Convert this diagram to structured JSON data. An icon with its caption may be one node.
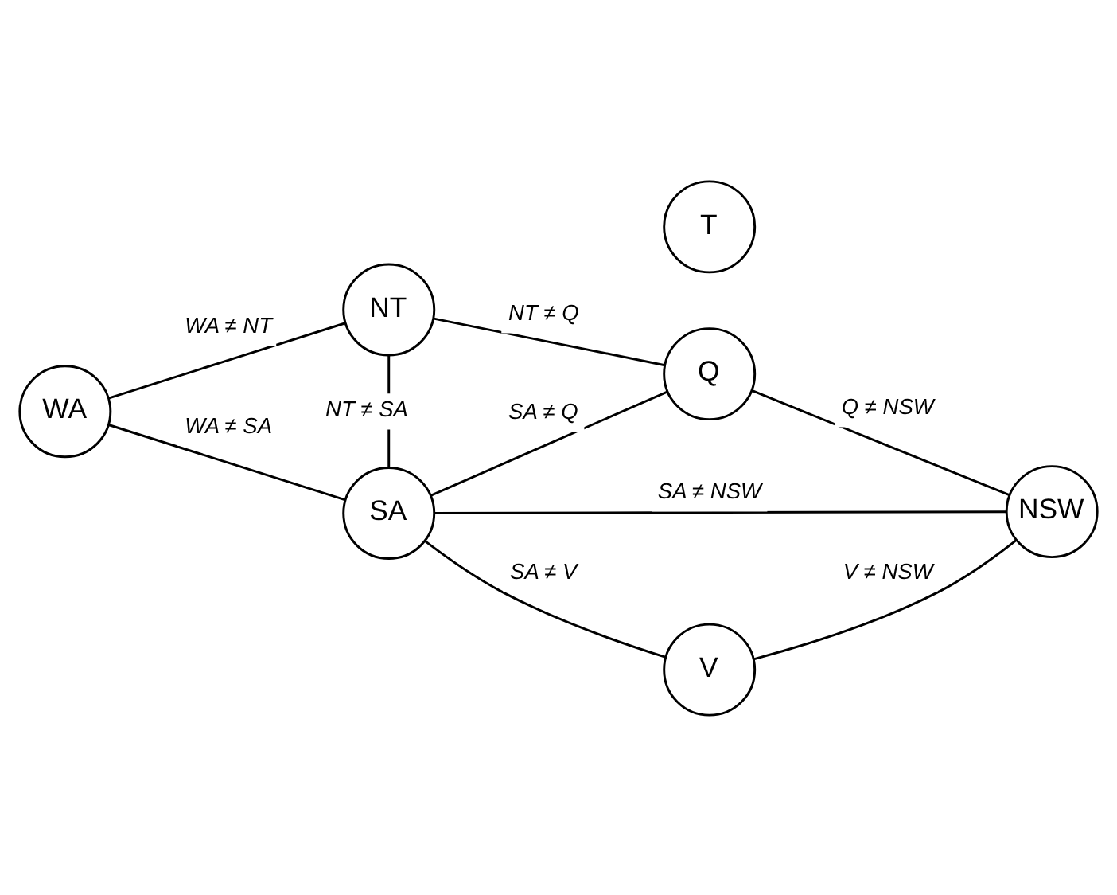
{
  "diagram": {
    "nodes": [
      {
        "text": [
          "NT"
        ]
      },
      {
        "text": [
          "Q"
        ]
      },
      {
        "text": [
          "WA"
        ]
      },
      {
        "text": [
          "SA"
        ]
      },
      {
        "text": [
          "NSW"
        ]
      },
      {
        "text": [
          "V"
        ]
      },
      {
        "text": [
          "T"
        ]
      }
    ],
    "edges": [
      {
        "from": 2,
        "to": 0,
        "arrow": "none",
        "label": "WA ≠ NT"
      },
      {
        "from": 0,
        "to": 1,
        "arrow": "none",
        "label": "NT ≠ Q"
      },
      {
        "from": 0,
        "to": 3,
        "arrow": "none",
        "label": "NT ≠ SA"
      },
      {
        "from": 2,
        "to": 3,
        "arrow": "none",
        "label": "WA ≠ SA"
      },
      {
        "from": 3,
        "to": 1,
        "arrow": "none",
        "label": "SA ≠ Q"
      },
      {
        "from": 1,
        "to": 4,
        "arrow": "none",
        "label": "Q ≠ NSW"
      },
      {
        "from": 3,
        "to": 4,
        "arrow": "none",
        "label": "SA ≠ NSW"
      },
      {
        "from": 3,
        "to": 5,
        "arrow": "none",
        "label": "SA ≠ V"
      },
      {
        "from": 5,
        "to": 4,
        "arrow": "none",
        "label": "V ≠ NSW"
      }
    ]
  }
}
